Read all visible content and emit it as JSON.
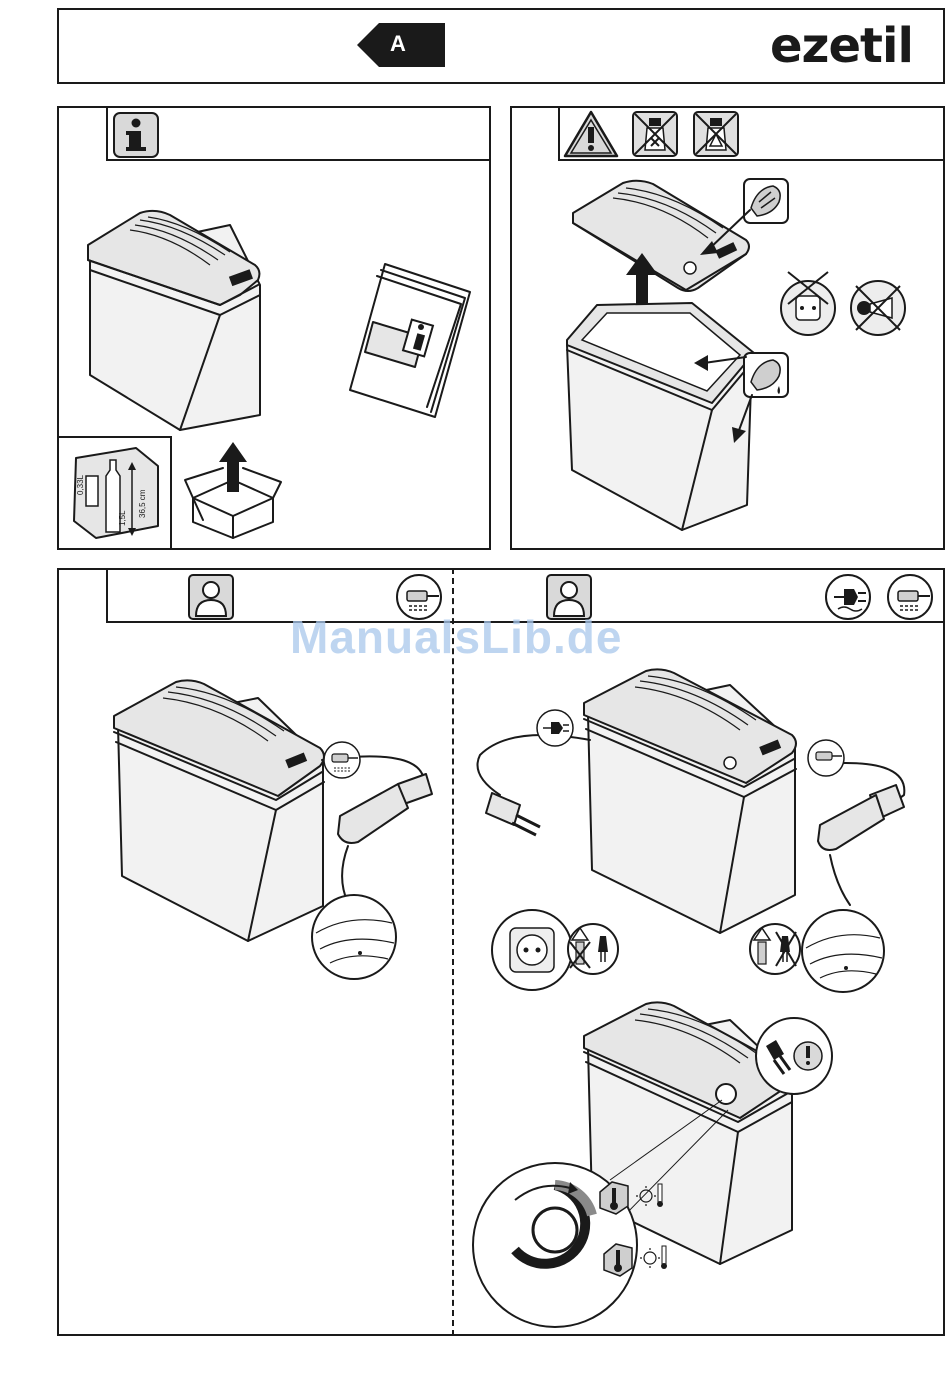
{
  "header": {
    "section_label": "A",
    "brand": "ezetil"
  },
  "panel_info": {
    "can_label": "0,33L",
    "bottle_label": "1,5L",
    "height_label": "36,5 cm"
  },
  "watermark": "ManualsLib.de",
  "colors": {
    "frame": "#1a1a1a",
    "panel_fill": "#e6e6e6",
    "watermark": "#a9c8ec"
  },
  "icons": {
    "info": "info-icon",
    "warning": "warning-triangle-icon",
    "no_chemicals": "no-chemical-cleaner-icon",
    "no_abrasive": "no-abrasive-cleaner-icon",
    "user": "user-icon",
    "car_plug": "car-plug-icon",
    "mains_plug": "mains-plug-icon"
  }
}
